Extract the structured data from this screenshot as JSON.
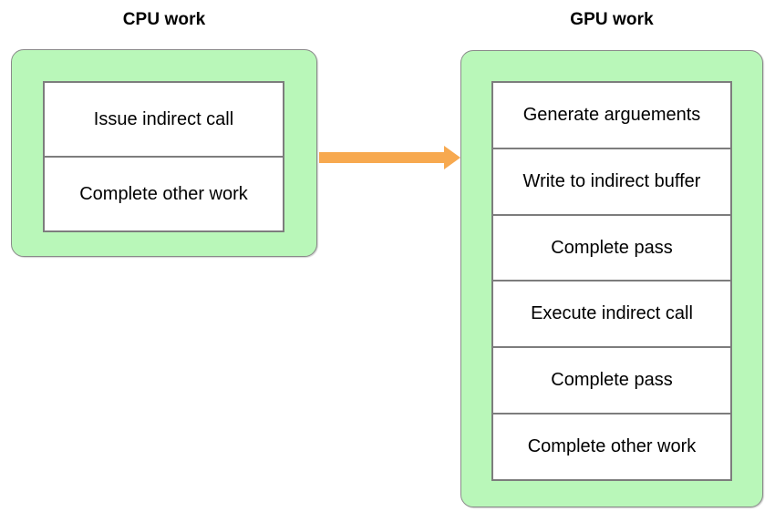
{
  "diagram": {
    "title_cpu": "CPU work",
    "title_gpu": "GPU work",
    "colors": {
      "group_fill": "#b9f7b9",
      "group_border": "#8a8a8a",
      "step_border": "#7d7d7d",
      "step_fill": "#ffffff",
      "arrow": "#f7a94f",
      "text": "#000000",
      "background": "#ffffff"
    },
    "cpu": {
      "label": "CPU work",
      "steps": [
        {
          "label": "Issue indirect call"
        },
        {
          "label": "Complete other work"
        }
      ]
    },
    "gpu": {
      "label": "GPU work",
      "steps": [
        {
          "label": "Generate arguements"
        },
        {
          "label": "Write to indirect buffer"
        },
        {
          "label": "Complete pass"
        },
        {
          "label": "Execute indirect call"
        },
        {
          "label": "Complete pass"
        },
        {
          "label": "Complete other work"
        }
      ]
    },
    "arrow": {
      "name": "cpu-to-gpu-arrow",
      "direction": "right",
      "from": "CPU work",
      "to": "GPU work",
      "color": "#f7a94f"
    }
  }
}
